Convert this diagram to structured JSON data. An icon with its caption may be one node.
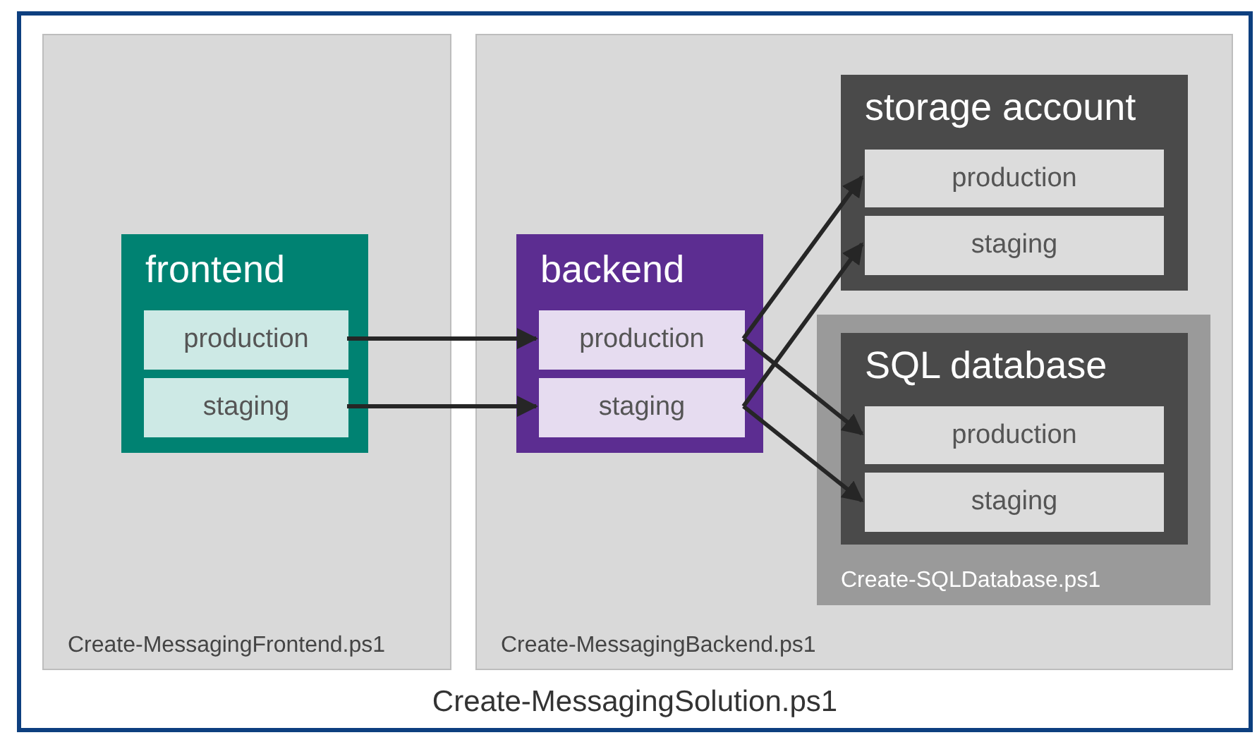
{
  "diagram": {
    "nodes": [
      {
        "text": [
          "Create-MessagingSolution.ps1"
        ]
      },
      {
        "text": [
          "Create-MessagingFrontend.ps1"
        ],
        "in": 0
      },
      {
        "text": [
          "frontend"
        ],
        "in": 1
      },
      {
        "text": [
          "production"
        ],
        "in": 2
      },
      {
        "text": [
          "staging"
        ],
        "in": 2
      },
      {
        "text": [
          "Create-MessagingBackend.ps1"
        ],
        "in": 0
      },
      {
        "text": [
          "backend"
        ],
        "in": 5
      },
      {
        "text": [
          "production"
        ],
        "in": 6
      },
      {
        "text": [
          "staging"
        ],
        "in": 6
      },
      {
        "text": [
          "storage account"
        ],
        "in": 5
      },
      {
        "text": [
          "production"
        ],
        "in": 9
      },
      {
        "text": [
          "staging"
        ],
        "in": 9
      },
      {
        "text": [
          "Create-SQLDatabase.ps1"
        ],
        "in": 5
      },
      {
        "text": [
          "SQL database"
        ],
        "in": 12
      },
      {
        "text": [
          "production"
        ],
        "in": 13
      },
      {
        "text": [
          "staging"
        ],
        "in": 13
      }
    ],
    "edges": [
      {
        "from": 3,
        "to": 7,
        "arrow": "to"
      },
      {
        "from": 4,
        "to": 8,
        "arrow": "to"
      },
      {
        "from": 7,
        "to": 10,
        "arrow": "to"
      },
      {
        "from": 7,
        "to": 14,
        "arrow": "to"
      },
      {
        "from": 8,
        "to": 11,
        "arrow": "to"
      },
      {
        "from": 8,
        "to": 15,
        "arrow": "to"
      }
    ]
  }
}
